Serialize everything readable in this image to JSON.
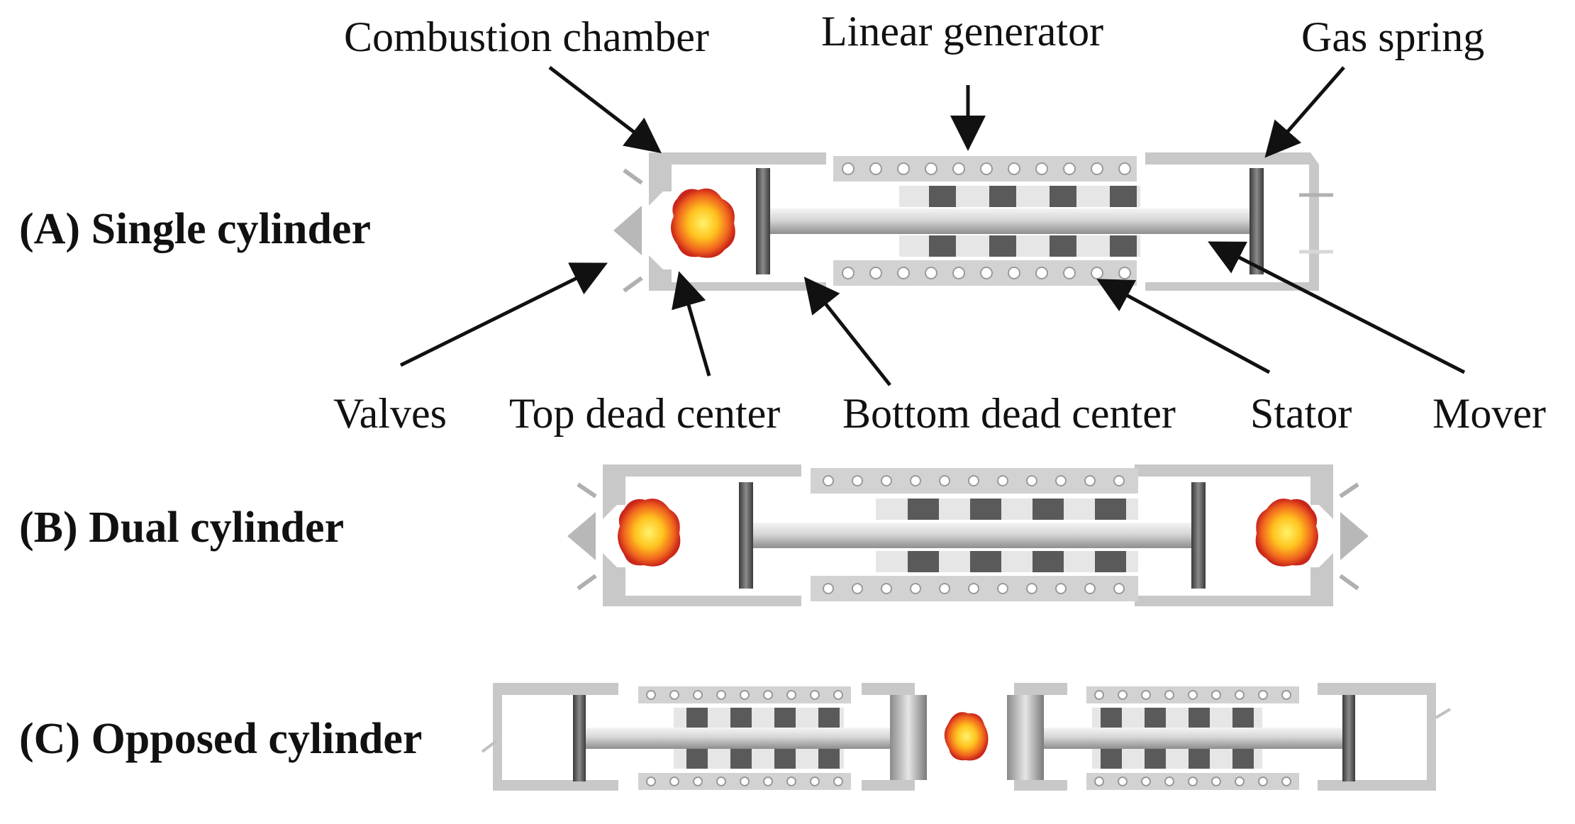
{
  "labels": {
    "combustion_chamber": "Combustion chamber",
    "linear_generator": "Linear generator",
    "gas_spring": "Gas spring",
    "valves": "Valves",
    "top_dead_center": "Top dead center",
    "bottom_dead_center": "Bottom dead center",
    "stator": "Stator",
    "mover": "Mover"
  },
  "rows": {
    "a": "(A) Single cylinder",
    "b": "(B) Dual cylinder",
    "c": "(C) Opposed cylinder"
  },
  "colors": {
    "housing": "#c8c8c8",
    "housing_dark": "#9a9a9a",
    "rod": "#d0d0d0",
    "magnet": "#5a5a5a",
    "flame_outer": "#e8431a",
    "flame_inner": "#ffd02a",
    "arrow": "#111111"
  }
}
